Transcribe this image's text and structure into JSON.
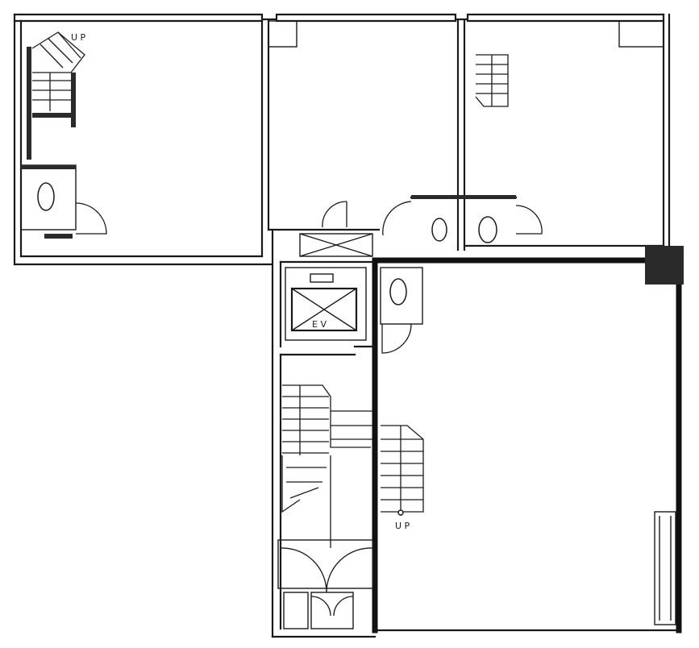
{
  "labels": {
    "stair_up_top_left": "U P",
    "elevator": "E  V",
    "stair_up_lower_right": "U P"
  },
  "colors": {
    "ink": "#1a1a1a",
    "paper": "#ffffff",
    "heavy_wall": "#111111"
  }
}
